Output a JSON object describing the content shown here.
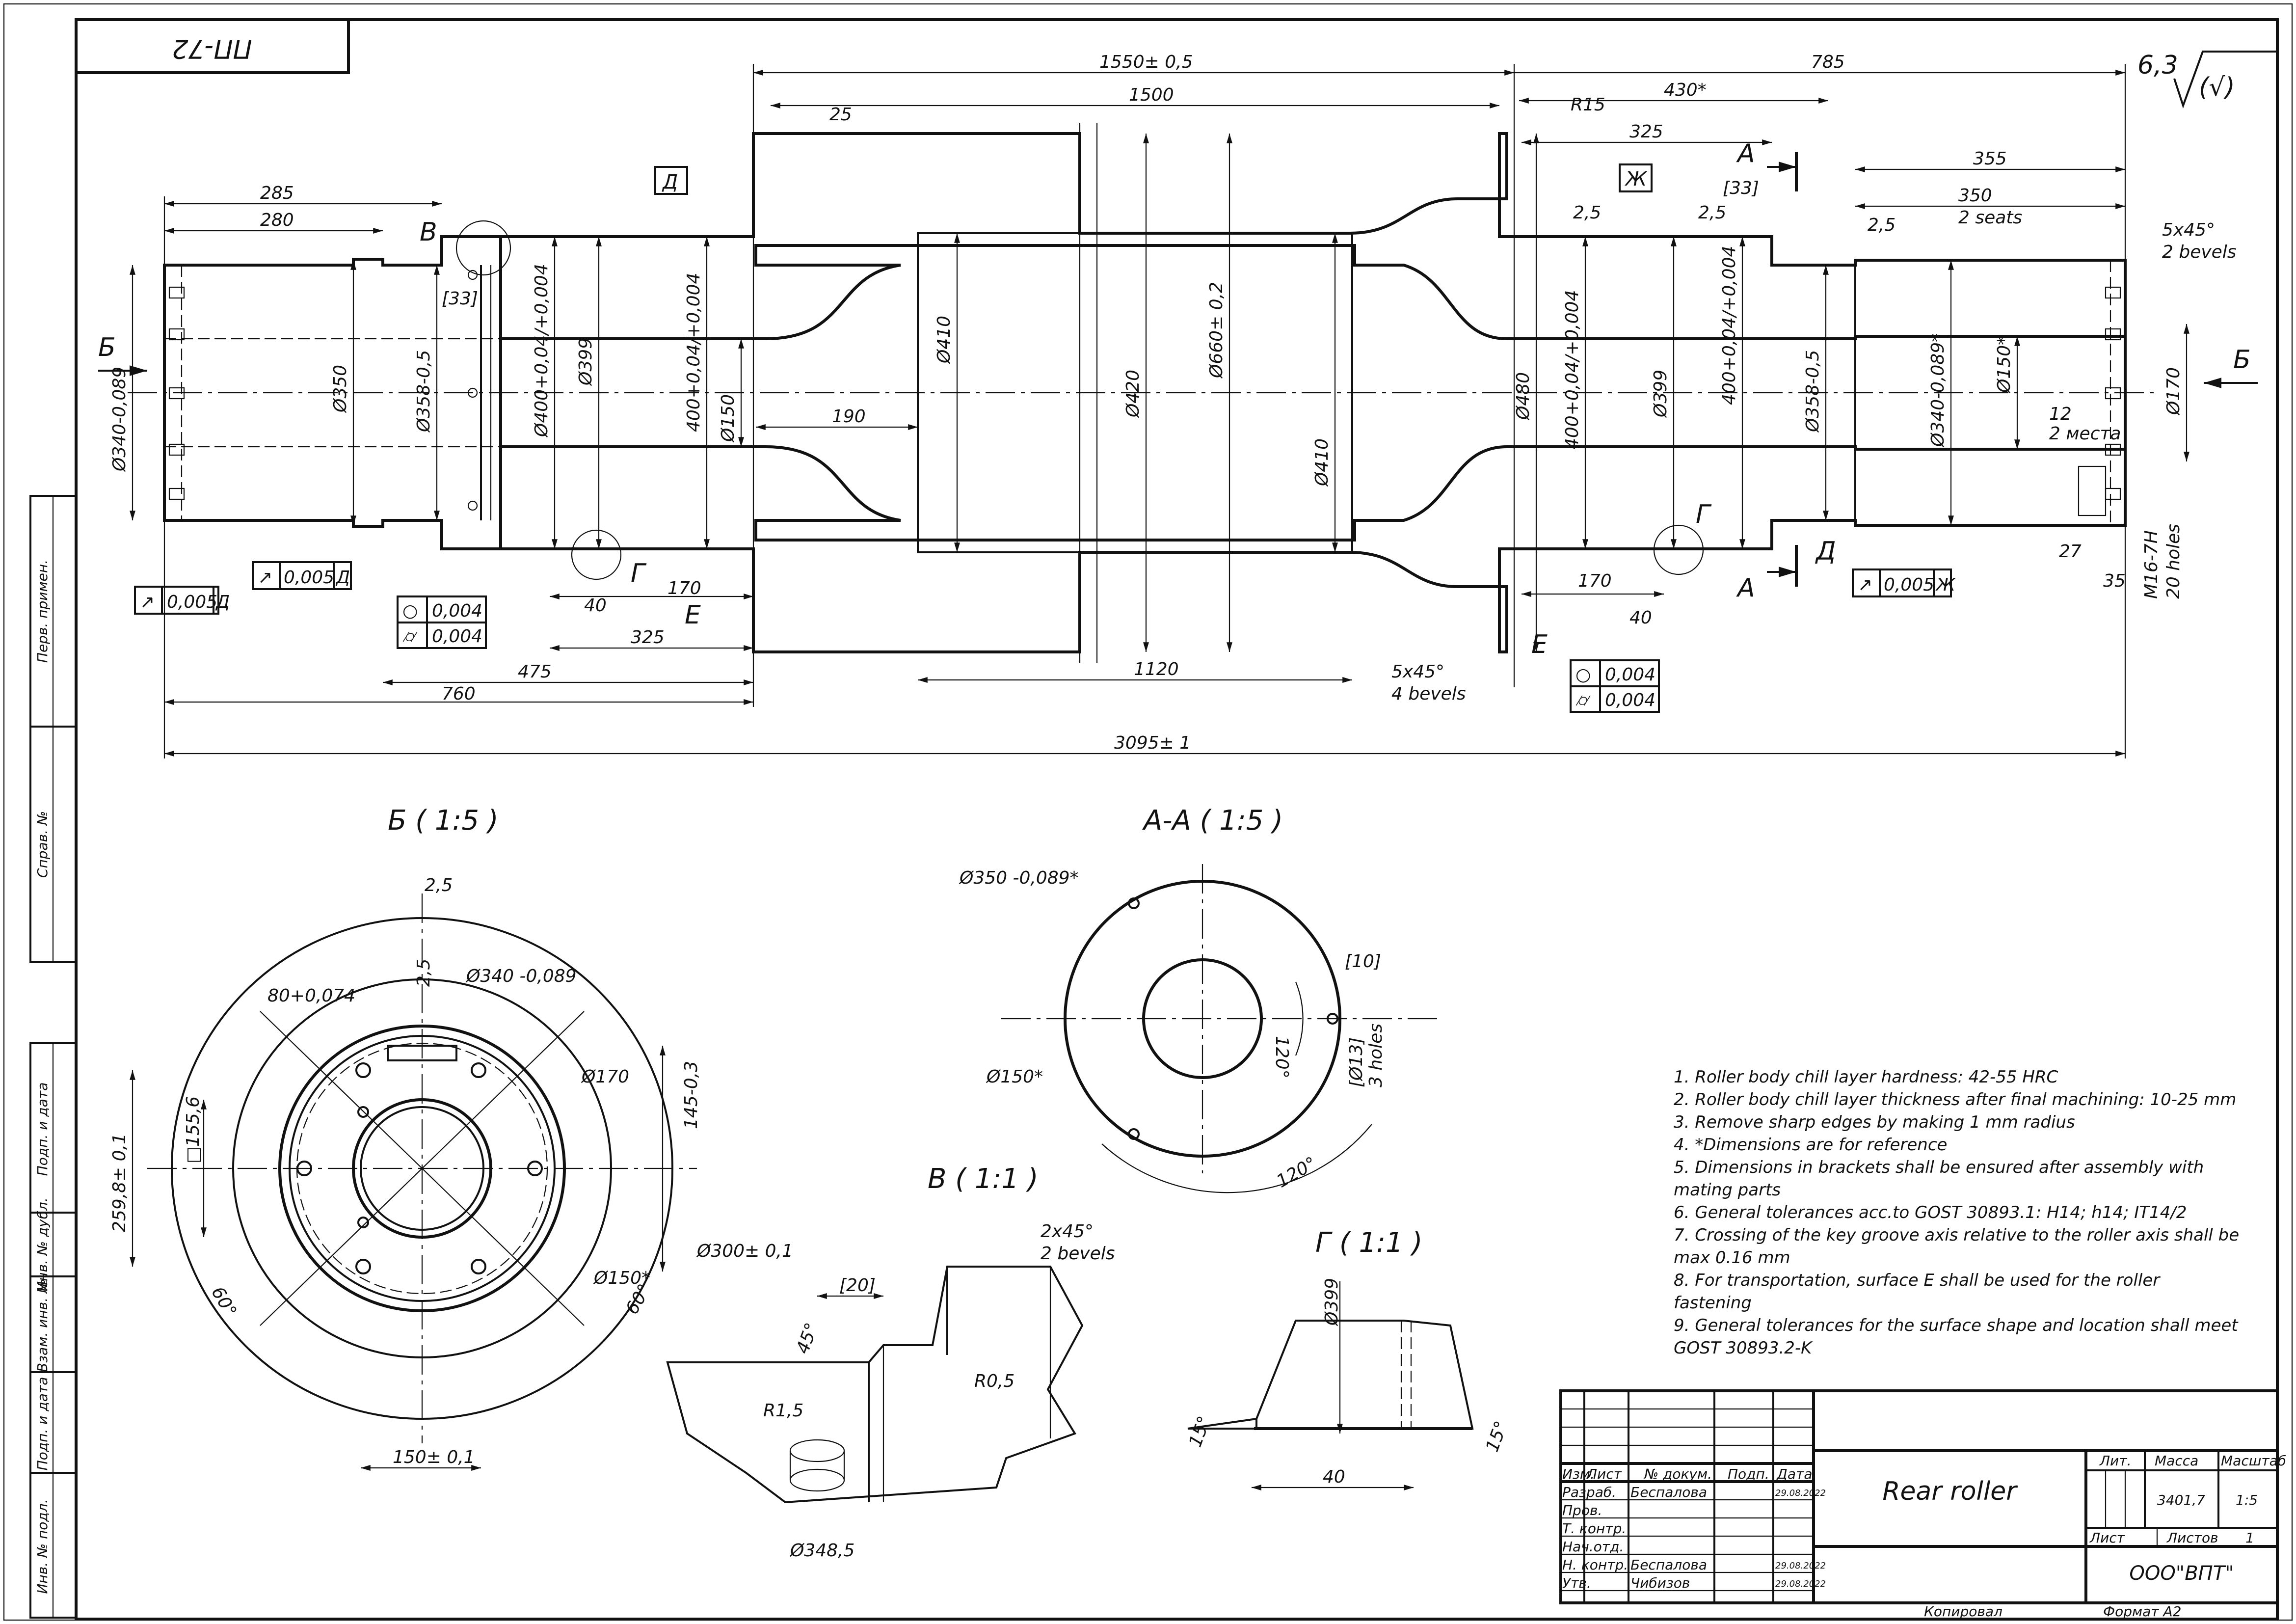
{
  "drawing_code": "ПП-72",
  "roughness": {
    "value": "6,3",
    "paren": "(√)"
  },
  "dims_top": [
    "1550± 0,5",
    "1500",
    "25",
    "785",
    "430*",
    "R15",
    "325",
    "355",
    "350",
    "2 seats",
    "5x45°",
    "2 bevels",
    "285",
    "280",
    "[33]",
    "[33]",
    "2,5",
    "2,5",
    "2,5",
    "190",
    "170",
    "40",
    "325",
    "475",
    "760",
    "1120",
    "5x45°",
    "4 bevels",
    "170",
    "40",
    "3095± 1",
    "27",
    "35",
    "12",
    "2 места",
    "M16-7H",
    "20 holes"
  ],
  "diameters_main": [
    "Ø340-0,089",
    "Ø350",
    "Ø358-0,5",
    "Ø400+0,04/+0,004",
    "Ø399",
    "400+0,04/+0,004",
    "Ø150",
    "Ø410",
    "Ø420",
    "Ø660± 0,2",
    "Ø410",
    "Ø480",
    "400+0,04/+0,004",
    "Ø399",
    "400+0,04/+0,004",
    "Ø358-0,5",
    "Ø340-0,089*",
    "Ø150*",
    "Ø170"
  ],
  "view_labels": [
    "Б",
    "Б",
    "В",
    "Г",
    "Г",
    "Д",
    "Д",
    "Е",
    "Е",
    "А",
    "А",
    "Ж"
  ],
  "tolerance_frames": [
    {
      "sym": "↗",
      "val": "0,005",
      "ref": "Д"
    },
    {
      "sym": "↗",
      "val": "0,005",
      "ref": "Д"
    },
    {
      "sym": "○",
      "val": "0,004"
    },
    {
      "sym": "⌭",
      "val": "0,004"
    },
    {
      "sym": "○",
      "val": "0,004"
    },
    {
      "sym": "⌭",
      "val": "0,004"
    },
    {
      "sym": "↗",
      "val": "0,005",
      "ref": "Ж"
    }
  ],
  "section_titles": {
    "b": "Б ( 1:5 )",
    "aa": "А-А ( 1:5 )",
    "v": "В ( 1:1 )",
    "g": "Г ( 1:1 )"
  },
  "dims_b": [
    "2,5",
    "2,5",
    "Ø340 -0,089",
    "80+0,074",
    "Ø170",
    "□155,6",
    "259,8± 0,1",
    "145-0,3",
    "Ø300± 0,1",
    "Ø150*",
    "60°",
    "60°",
    "150± 0,1"
  ],
  "dims_aa": [
    "Ø350 -0,089*",
    "[10]",
    "Ø150*",
    "120°",
    "[Ø13]",
    "3 holes",
    "120°"
  ],
  "dims_v": [
    "2x45°",
    "2 bevels",
    "[20]",
    "45°",
    "R0,5",
    "R1,5",
    "Ø348,5"
  ],
  "dims_g": [
    "Ø399",
    "15°",
    "15°",
    "40"
  ],
  "notes": [
    "1.  Roller body chill layer hardness: 42-55 HRC",
    "2.  Roller body chill layer thickness after final machining: 10-25 mm",
    "3.  Remove sharp edges by making 1 mm radius",
    "4.  *Dimensions are for reference",
    "5.  Dimensions in brackets shall be ensured after assembly with",
    "     mating parts",
    "6.  General tolerances acc.to GOST 30893.1: H14; h14; IT14/2",
    "7.  Crossing of the key groove axis relative to the roller axis shall be",
    "     max 0.16 mm",
    "8.  For transportation, surface E shall be used for the roller",
    "     fastening",
    "9.  General tolerances for the surface shape and location shall meet",
    "     GOST 30893.2-K"
  ],
  "side_stamps": [
    "Перв. примен.",
    "Справ. №",
    "Подп. и дата",
    "Инв. № дубл.",
    "Взам. инв. №",
    "Подп. и дата",
    "Инв. № подл."
  ],
  "title_block": {
    "headers": [
      "Изм.",
      "Лист",
      "№ докум.",
      "Подп.",
      "Дата"
    ],
    "rows": [
      {
        "role": "Разраб.",
        "name": "Беспалова",
        "date": "29.08.2022"
      },
      {
        "role": "Пров.",
        "name": "",
        "date": ""
      },
      {
        "role": "Т. контр.",
        "name": "",
        "date": ""
      },
      {
        "role": "Нач.отд.",
        "name": "",
        "date": ""
      },
      {
        "role": "Н. контр.",
        "name": "Беспалова",
        "date": "29.08.2022"
      },
      {
        "role": "Утв.",
        "name": "Чибизов",
        "date": "29.08.2022"
      }
    ],
    "title": "Rear roller",
    "lit": "Лит.",
    "mass_label": "Масса",
    "scale_label": "Масштаб",
    "mass": "3401,7",
    "scale": "1:5",
    "sheet_label": "Лист",
    "sheets_label": "Листов",
    "sheets": "1",
    "company": "ООО\"ВПТ\"",
    "copied": "Копировал",
    "format": "Формат А2"
  }
}
